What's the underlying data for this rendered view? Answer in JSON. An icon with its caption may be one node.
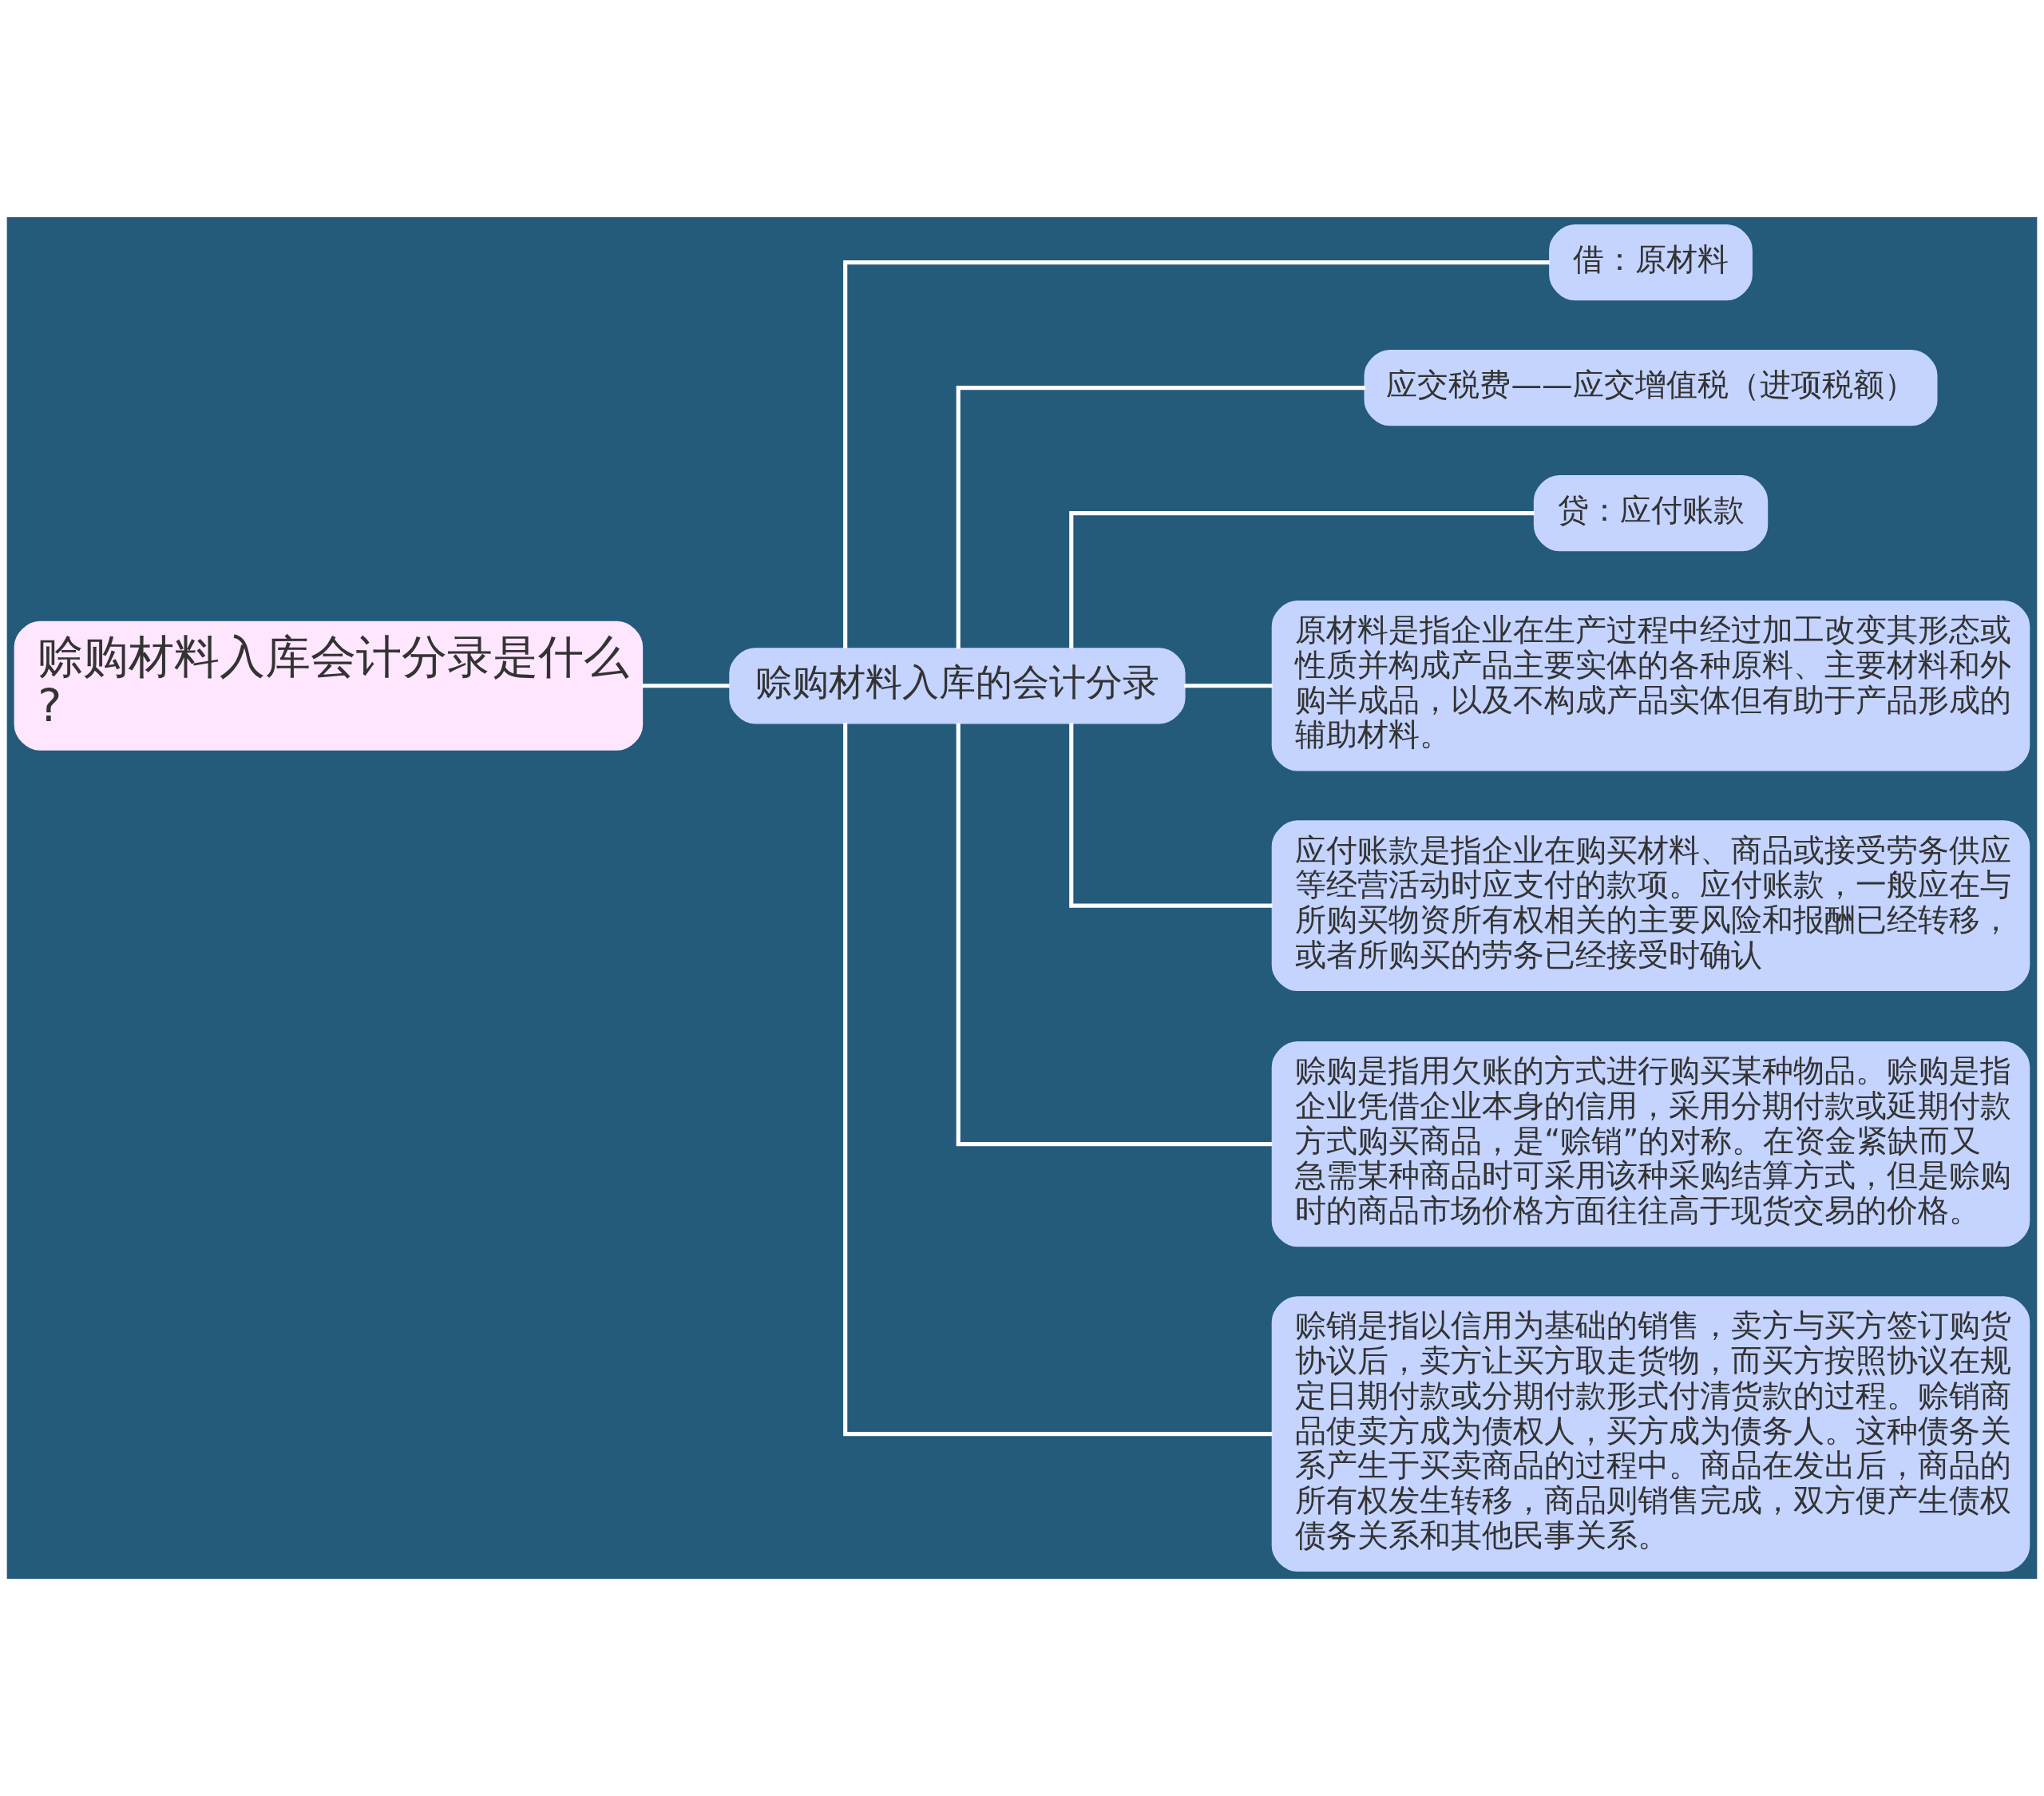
{
  "diagram": {
    "nodes": [
      {
        "text": [
          "赊购材料入库会计分录是什么?"
        ]
      },
      {
        "text": [
          "赊购材料入库的会计分录"
        ]
      },
      {
        "text": [
          "借：原材料"
        ]
      },
      {
        "text": [
          "应交税费——应交增值税（进项税额）"
        ]
      },
      {
        "text": [
          "贷：应付账款"
        ]
      },
      {
        "text": [
          "原材料是指企业在生产过程中经过加工改变其形态或性质并构成产品主要实体的各种原料、主要材料和外购半成品，以及不构成产品实体但有助于产品形成的辅助材料。"
        ]
      },
      {
        "text": [
          "应付账款是指企业在购买材料、商品或接受劳务供应等经营活动时应支付的款项。应付账款，一般应在与所购买物资所有权相关的主要风险和报酬已经转移，或者所购买的劳务已经接受时确认"
        ]
      },
      {
        "text": [
          "赊购是指用欠账的方式进行购买某种物品。赊购是指企业凭借企业本身的信用，采用分期付款或延期付款方式购买商品，是“赊销”的对称。在资金紧缺而又急需某种商品时可采用该种采购结算方式，但是赊购时的商品市场价格方面往往高于现货交易的价格。"
        ]
      },
      {
        "text": [
          "赊销是指以信用为基础的销售，卖方与买方签订购货协议后，卖方让买方取走货物，而买方按照协议在规定日期付款或分期付款形式付清货款的过程。赊销商品使卖方成为债权人，买方成为债务人。这种债务关系产生于买卖商品的过程中。商品在发出后，商品的所有权发生转移，商品则销售完成，双方便产生债权债务关系和其他民事关系。"
        ]
      }
    ],
    "edges": [
      {
        "from": 0,
        "to": 1,
        "arrow": "none"
      },
      {
        "from": 1,
        "to": 2,
        "arrow": "none"
      },
      {
        "from": 1,
        "to": 3,
        "arrow": "none"
      },
      {
        "from": 1,
        "to": 4,
        "arrow": "none"
      },
      {
        "from": 1,
        "to": 5,
        "arrow": "none"
      },
      {
        "from": 1,
        "to": 6,
        "arrow": "none"
      },
      {
        "from": 1,
        "to": 7,
        "arrow": "none"
      },
      {
        "from": 1,
        "to": 8,
        "arrow": "none"
      }
    ]
  }
}
